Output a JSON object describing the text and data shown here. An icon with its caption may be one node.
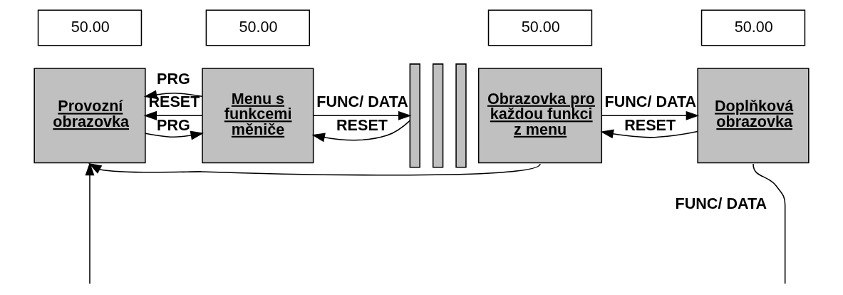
{
  "diagram": {
    "nodes": [
      {
        "text": [
          "50.00"
        ]
      },
      {
        "text": [
          "Provozní obrazovka"
        ]
      },
      {
        "text": [
          "50.00"
        ]
      },
      {
        "text": [
          "Menu s funkcemi měniče"
        ]
      },
      {
        "text": [],
        "shape": "box"
      },
      {
        "text": [],
        "shape": "box"
      },
      {
        "text": [],
        "shape": "box"
      },
      {
        "text": [
          "50.00"
        ]
      },
      {
        "text": [
          "Obrazovka pro každou funkci z menu"
        ]
      },
      {
        "text": [
          "50.00"
        ]
      },
      {
        "text": [
          "Doplňková obrazovka"
        ]
      }
    ],
    "edges": [
      {
        "from": 1,
        "to": 3,
        "arrow": "to",
        "label": "PRG"
      },
      {
        "from": 3,
        "to": 1,
        "arrow": "to",
        "label": "RESET"
      },
      {
        "from": 3,
        "to": 4,
        "arrow": "to",
        "label": "FUNC/ DATA"
      },
      {
        "from": 4,
        "to": 3,
        "arrow": "to",
        "label": "RESET"
      },
      {
        "from": 8,
        "to": 10,
        "arrow": "to",
        "label": "FUNC/ DATA"
      },
      {
        "from": 10,
        "to": 8,
        "arrow": "to",
        "label": "RESET"
      },
      {
        "from": 3,
        "to": 1,
        "arrow": "to",
        "label": "PRG"
      },
      {
        "from": 8,
        "to": 1,
        "arrow": "to"
      },
      {
        "from": null,
        "to": 1,
        "arrow": "to"
      },
      {
        "from": 10,
        "to": null,
        "arrow": "none"
      }
    ],
    "labels": [
      "FUNC/ DATA"
    ]
  }
}
